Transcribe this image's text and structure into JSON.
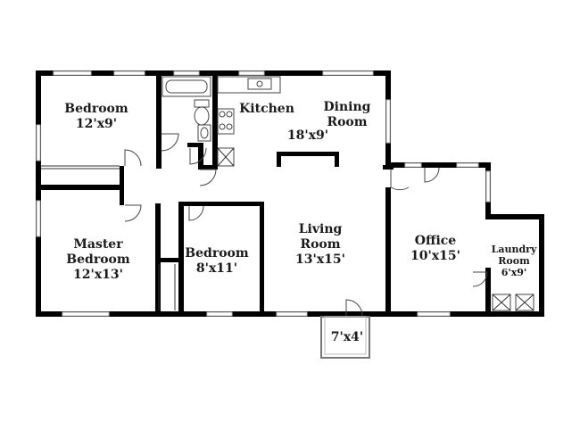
{
  "rooms": {
    "bedroom1": {
      "name": "Bedroom",
      "dims": "12'x9'"
    },
    "kitchen": {
      "name": "Kitchen"
    },
    "dining": {
      "name_line1": "Dining",
      "name_line2": "Room",
      "dims": "18'x9'"
    },
    "master": {
      "name_line1": "Master",
      "name_line2": "Bedroom",
      "dims": "12'x13'"
    },
    "bedroom2": {
      "name": "Bedroom",
      "dims": "8'x11'"
    },
    "living": {
      "name_line1": "Living",
      "name_line2": "Room",
      "dims": "13'x15'"
    },
    "office": {
      "name": "Office",
      "dims": "10'x15'"
    },
    "laundry": {
      "name_line1": "Laundry",
      "name_line2": "Room",
      "dims": "6'x9'"
    },
    "porch": {
      "dims": "7'x4'"
    }
  }
}
